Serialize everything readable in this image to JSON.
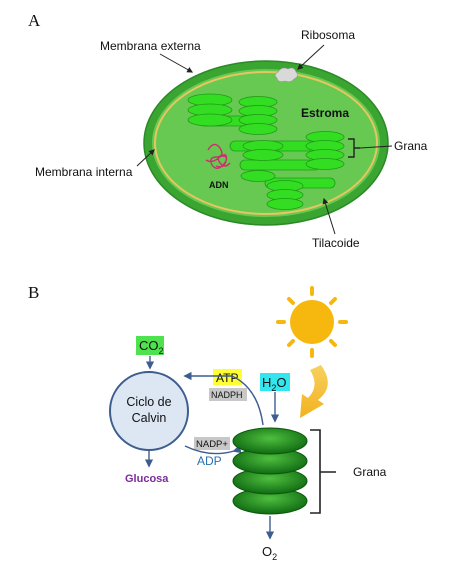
{
  "panel_a": {
    "letter": "A",
    "labels": {
      "membrana_externa": "Membrana externa",
      "ribosoma": "Ribosoma",
      "estroma": "Estroma",
      "grana": "Grana",
      "membrana_interna": "Membrana interna",
      "adn": "ADN",
      "tilacoide": "Tilacoide"
    }
  },
  "panel_b": {
    "letter": "B",
    "co2": {
      "base": "CO",
      "sub": "2"
    },
    "atp": "ATP",
    "nadph": "NADPH",
    "h2o": {
      "pre": "H",
      "sub": "2",
      "post": "O"
    },
    "cycle": {
      "line1": "Ciclo de",
      "line2": "Calvin"
    },
    "nadp": "NADP+",
    "adp": "ADP",
    "glucosa": "Glucosa",
    "grana": "Grana",
    "o2": {
      "base": "O",
      "sub": "2"
    }
  },
  "colors": {
    "chloroplast_outer": "#3aa631",
    "chloroplast_inner": "#67c952",
    "inner_membrane": "#e7c560",
    "thylakoid": "#33dd22",
    "sun": "#f6b80f",
    "co2_box": "#4ee34e",
    "atp_box": "#ffff33",
    "h2o_box": "#33e6ee",
    "grey_box": "#c8c8c8",
    "calvin_fill": "#dde7f4",
    "arrow_blue": "#3d5d8f",
    "glucosa": "#7b2b9b",
    "adp": "#2a6fb0",
    "grana_dark": "#0d6a0d"
  }
}
